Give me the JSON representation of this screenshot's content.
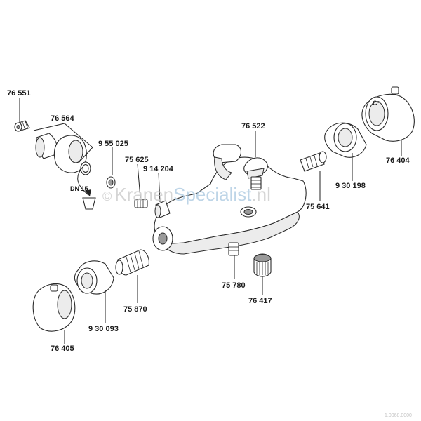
{
  "labels": {
    "p76551": "76 551",
    "p76564": "76 564",
    "p955025": "9 55 025",
    "p75625": "75 625",
    "p914204": "9 14 204",
    "dn15": "DN 15",
    "p76522": "76 522",
    "p930198": "9 30 198",
    "p76404": "76 404",
    "p75641": "75 641",
    "p75780": "75 780",
    "p76417": "76 417",
    "p75870": "75 870",
    "p930093": "9 30 093",
    "p76405": "76 405"
  },
  "watermark": {
    "copyright": "©",
    "part1": "Kranen",
    "part2": "Specialist",
    "part3": ".nl"
  },
  "corner_mark": "1.0068.0000"
}
